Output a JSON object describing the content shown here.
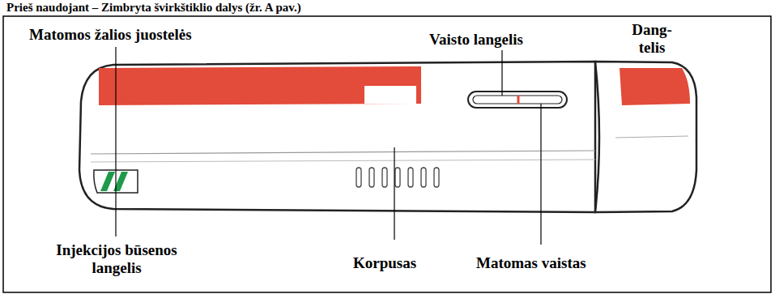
{
  "diagram": {
    "title": "Prieš naudojant – Zimbryta švirkštiklio dalys (žr. A pav.)",
    "labels": [
      "Matomos žalios juostelės",
      "Vaisto langelis",
      "Dang- telis",
      "Injekcijos būsenos langelis",
      "Korpusas",
      "Matomas vaistas"
    ]
  }
}
